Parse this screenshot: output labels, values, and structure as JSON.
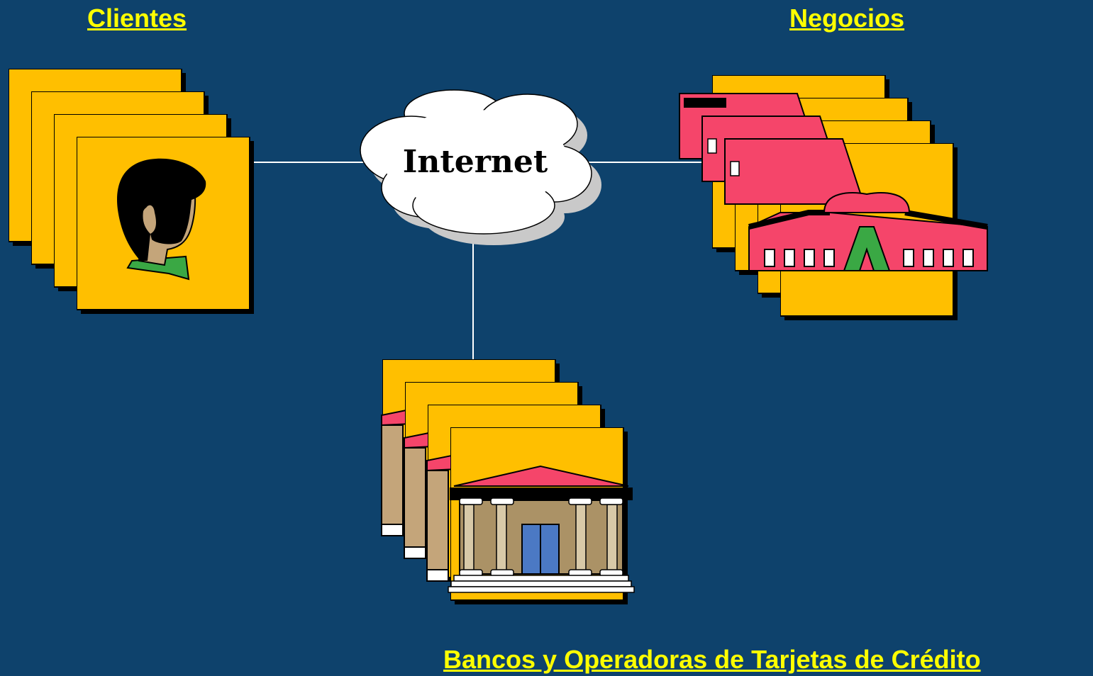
{
  "labels": {
    "clientes": "Clientes",
    "negocios": "Negocios",
    "bancos": "Bancos y Operadoras de Tarjetas de Crédito"
  },
  "cloud": {
    "text": "Internet"
  },
  "colors": {
    "background": "#0e426c",
    "label": "#ffff00",
    "card": "#ffbf00",
    "roof": "#f5456a",
    "connector": "#ffffff"
  },
  "icons": {
    "clients": "person-icon",
    "businesses": "store-icon",
    "banks": "bank-icon"
  }
}
